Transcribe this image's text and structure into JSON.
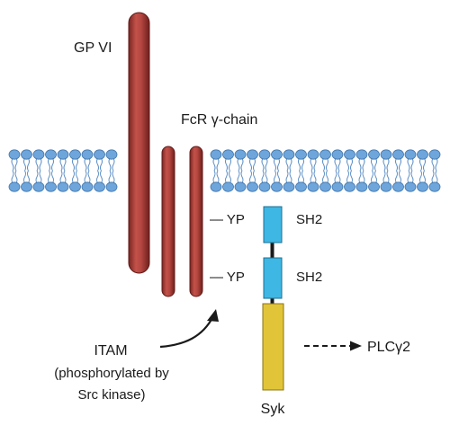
{
  "labels": {
    "gp6": "GP VI",
    "fcr": "FcR γ-chain",
    "yp1": "— YP",
    "yp2": "— YP",
    "sh2_1": "SH2",
    "sh2_2": "SH2",
    "itam": "ITAM",
    "phos_line1": "(phosphorylated by",
    "phos_line2": "Src kinase)",
    "plc": "PLCγ2",
    "syk": "Syk"
  },
  "colors": {
    "receptor": "#b5453f",
    "receptor_dark": "#7a2522",
    "lipid_head": "#6ea6dc",
    "lipid_head_stroke": "#3e74aa",
    "lipid_tail": "#5d8fc4",
    "sh2": "#3fb7e4",
    "syk_kinase": "#e2c438",
    "linker": "#1a1a1a"
  }
}
